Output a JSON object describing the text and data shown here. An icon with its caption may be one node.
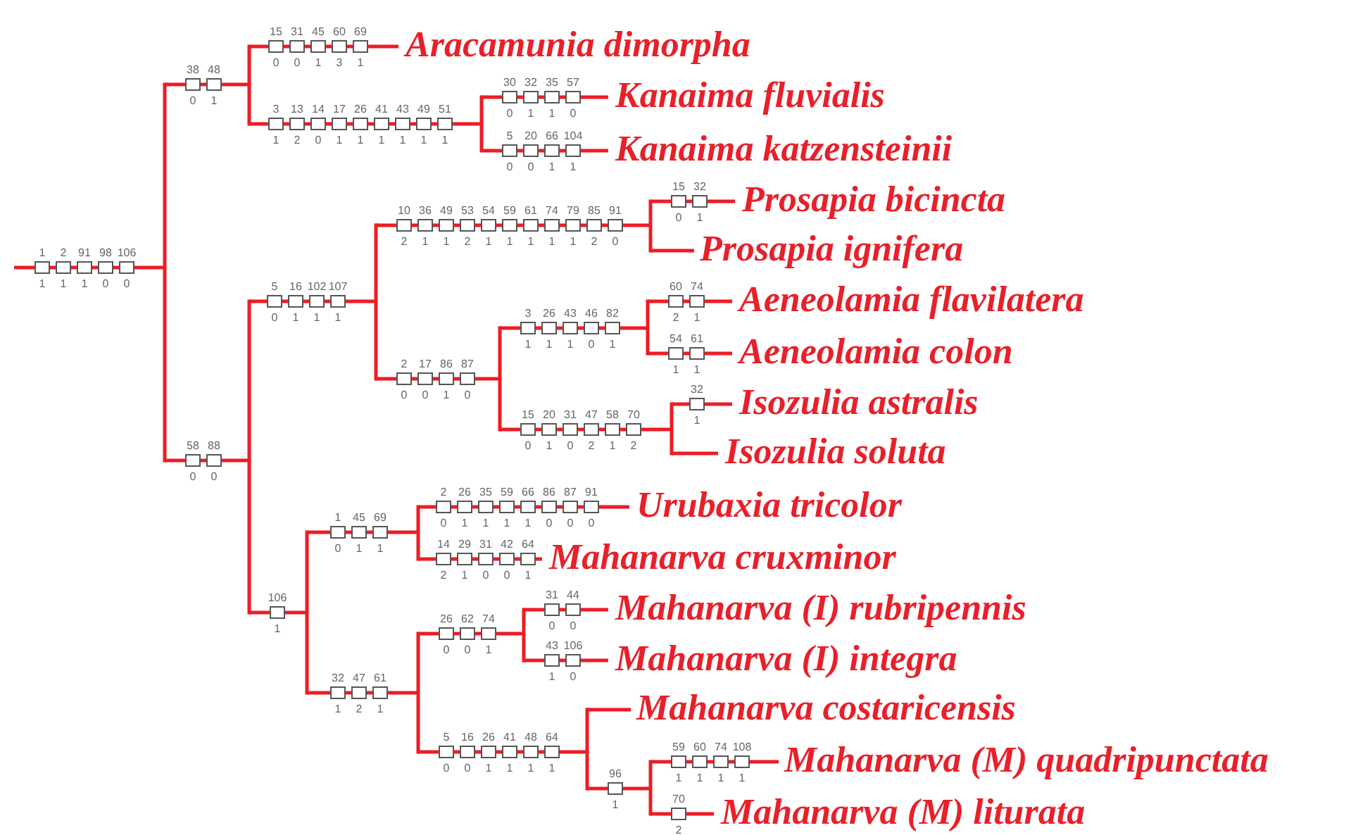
{
  "diagram": {
    "nodes": [
      {
        "text": [
          "Aracamunia dimorpha"
        ]
      },
      {
        "text": [
          "Kanaima fluvialis"
        ]
      },
      {
        "text": [
          "Kanaima katzensteinii"
        ]
      },
      {
        "text": [
          "Prosapia bicincta"
        ]
      },
      {
        "text": [
          "Prosapia ignifera"
        ]
      },
      {
        "text": [
          "Aeneolamia flavilatera"
        ]
      },
      {
        "text": [
          "Aeneolamia colon"
        ]
      },
      {
        "text": [
          "Isozulia astralis"
        ]
      },
      {
        "text": [
          "Isozulia soluta"
        ]
      },
      {
        "text": [
          "Urubaxia tricolor"
        ]
      },
      {
        "text": [
          "Mahanarva cruxminor"
        ]
      },
      {
        "text": [
          "Mahanarva (I) rubripennis"
        ]
      },
      {
        "text": [
          "Mahanarva (I) integra"
        ]
      },
      {
        "text": [
          "Mahanarva costaricensis"
        ]
      },
      {
        "text": [
          "Mahanarva (M) quadripunctata"
        ]
      },
      {
        "text": [
          "Mahanarva (M) liturata"
        ]
      }
    ],
    "labels": [
      "15 31 45 60 69",
      "0 0 1 3 1",
      "38 48",
      "0 1",
      "30 32 35 57",
      "0 1 1 0",
      "3 13 14 17 26 41 43 49 51",
      "1 2 0 1 1 1 1 1 1",
      "5 20 66 104",
      "0 0 1 1",
      "15 32",
      "0 1",
      "10 36 49 53 54 59 61 74 79 85 91",
      "2 1 1 2 1 1 1 1 1 2 0",
      "1 2 91 98 106",
      "1 1 1 0 0",
      "5 16 102 107",
      "0 1 1 1",
      "60 74",
      "2 1",
      "3 26 43 46 82",
      "1 1 1 0 1",
      "54 61",
      "1 1",
      "2 17 86 87",
      "0 0 1 0",
      "32",
      "1",
      "15 20 31 47 58 70",
      "0 1 0 2 1 2",
      "58 88",
      "0 0",
      "2 26 35 59 66 86 87 91",
      "0 1 1 1 1 0 0 0",
      "1 45 69",
      "0 1 1",
      "14 29 31 42 64",
      "2 1 0 0 1",
      "31 44",
      "0 0",
      "106",
      "1",
      "26 62 74",
      "0 0 1",
      "43 106",
      "1 0",
      "32 47 61",
      "1 2 1",
      "5 16 26 41 48 64",
      "0 0 1 1 1 1",
      "59 60 74 108",
      "1 1 1 1",
      "96",
      "1",
      "70",
      "2"
    ]
  }
}
